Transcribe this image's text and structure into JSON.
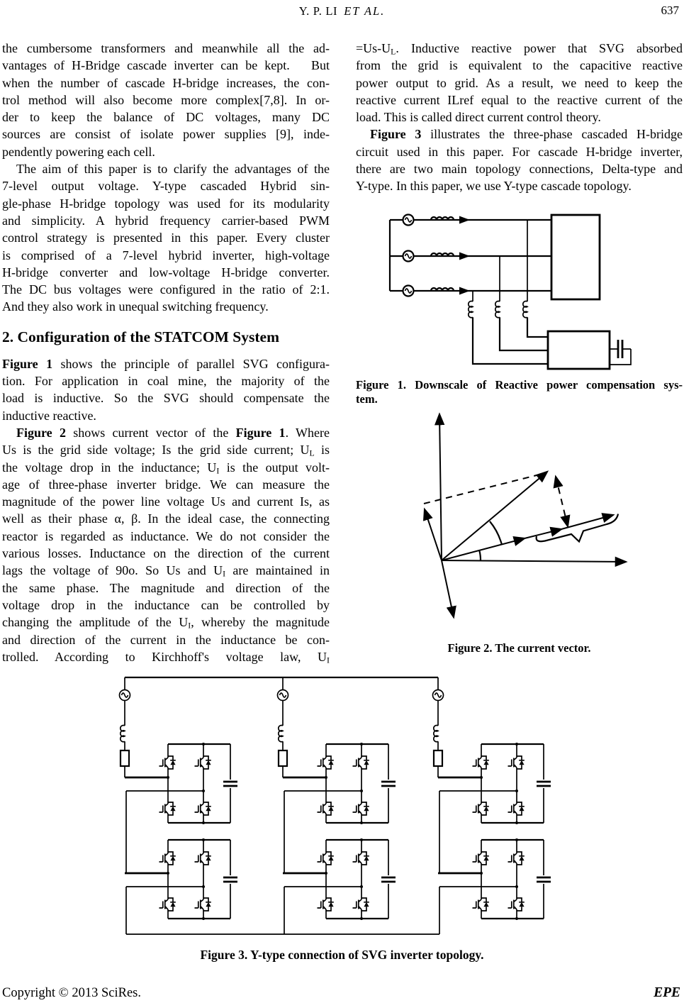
{
  "header": {
    "authors": "Y. P. LI",
    "et_al": "ET AL.",
    "page_number": "637"
  },
  "left_column": {
    "paragraphs_top": [
      {
        "indent": false,
        "lines": [
          "the cumbersome transformers and meanwhile all the ad-",
          "vantages of H-Bridge cascade inverter can be kept.   But",
          "when the number of cascade H-bridge increases, the con-",
          "trol method will also become more complex[7,8]. In or-",
          "der to keep the balance of DC voltages, many DC",
          "sources are consist of isolate power supplies [9], inde-",
          "pendently powering each cell."
        ]
      },
      {
        "indent": true,
        "lines": [
          "The aim of this paper is to clarify the advantages of the",
          "7-level output voltage. Y-type cascaded Hybrid sin-",
          "gle-phase H-bridge topology was used for its modularity",
          "and simplicity. A hybrid frequency carrier-based PWM",
          "control strategy is presented in this paper. Every cluster",
          "is comprised of a 7-level hybrid inverter, high-voltage",
          "H-bridge converter and low-voltage H-bridge converter.",
          "The DC bus voltages were configured in the ratio of 2:1.",
          "And they also work in unequal switching frequency."
        ]
      }
    ],
    "section_heading": "2. Configuration of the STATCOM System",
    "paragraphs_bottom": [
      {
        "indent": false,
        "lines": [
          [
            {
              "t": "Figure 1",
              "c": "b"
            },
            {
              "t": " shows the principle of parallel SVG configura-"
            }
          ],
          "tion. For application in coal mine, the majority of the",
          "load is inductive. So the SVG should compensate the",
          "inductive reactive."
        ]
      },
      {
        "indent": true,
        "justify_last": true,
        "lines": [
          [
            {
              "t": "Figure 2",
              "c": "b"
            },
            {
              "t": " shows current vector of the "
            },
            {
              "t": "Figure 1",
              "c": "b"
            },
            {
              "t": ". Where"
            }
          ],
          [
            {
              "t": "Us is the grid side voltage; Is the grid side current; U"
            },
            {
              "t": "L",
              "c": "sub"
            },
            {
              "t": " is"
            }
          ],
          [
            {
              "t": "the voltage drop in the inductance; U"
            },
            {
              "t": "I",
              "c": "sub"
            },
            {
              "t": " is the output volt-"
            }
          ],
          "age of three-phase inverter bridge. We can measure the",
          "magnitude of the power line voltage Us and current Is, as",
          "well as their phase α, β. In the ideal case, the connecting",
          "reactor is regarded as inductance. We do not consider the",
          "various losses. Inductance on the direction of the current",
          [
            {
              "t": "lags the voltage of 90o. So Us and U"
            },
            {
              "t": "I",
              "c": "sub"
            },
            {
              "t": " are maintained in"
            }
          ],
          "the same phase. The magnitude and direction of the",
          "voltage drop in the inductance can be controlled by",
          [
            {
              "t": "changing the amplitude of the U"
            },
            {
              "t": "I",
              "c": "sub"
            },
            {
              "t": ", whereby the magnitude"
            }
          ],
          "and direction of the current in the inductance be con-",
          [
            {
              "t": "trolled. According to Kirchhoff's voltage law, U"
            },
            {
              "t": "I",
              "c": "sub"
            }
          ]
        ]
      }
    ]
  },
  "right_column": {
    "paragraphs": [
      {
        "indent": false,
        "lines": [
          [
            {
              "t": "=Us-U"
            },
            {
              "t": "L",
              "c": "sub"
            },
            {
              "t": ". Inductive reactive power that SVG absorbed"
            }
          ],
          "from the grid is equivalent to the capacitive reactive",
          "power output to grid. As a result, we need to keep the",
          "reactive current ILref equal to the reactive current of the",
          "load. This is called direct current control theory."
        ]
      },
      {
        "indent": true,
        "lines": [
          [
            {
              "t": "Figure 3",
              "c": "b"
            },
            {
              "t": " illustrates the three-phase cascaded H-bridge"
            }
          ],
          "circuit used in this paper. For cascade H-bridge inverter,",
          "there are two main topology connections, Delta-type and",
          "Y-type. In this paper, we use Y-type cascade topology."
        ]
      }
    ]
  },
  "figures": {
    "fig1_caption": [
      {
        "indent": false,
        "lines": [
          "Figure 1. Downscale of Reactive power compensation sys-",
          "tem."
        ]
      }
    ],
    "fig2_caption": "Figure 2. The current vector.",
    "fig3_caption": "Figure 3. Y-type connection of SVG inverter topology."
  },
  "footer": {
    "copyright": "Copyright © 2013 SciRes.",
    "journal": "EPE"
  }
}
